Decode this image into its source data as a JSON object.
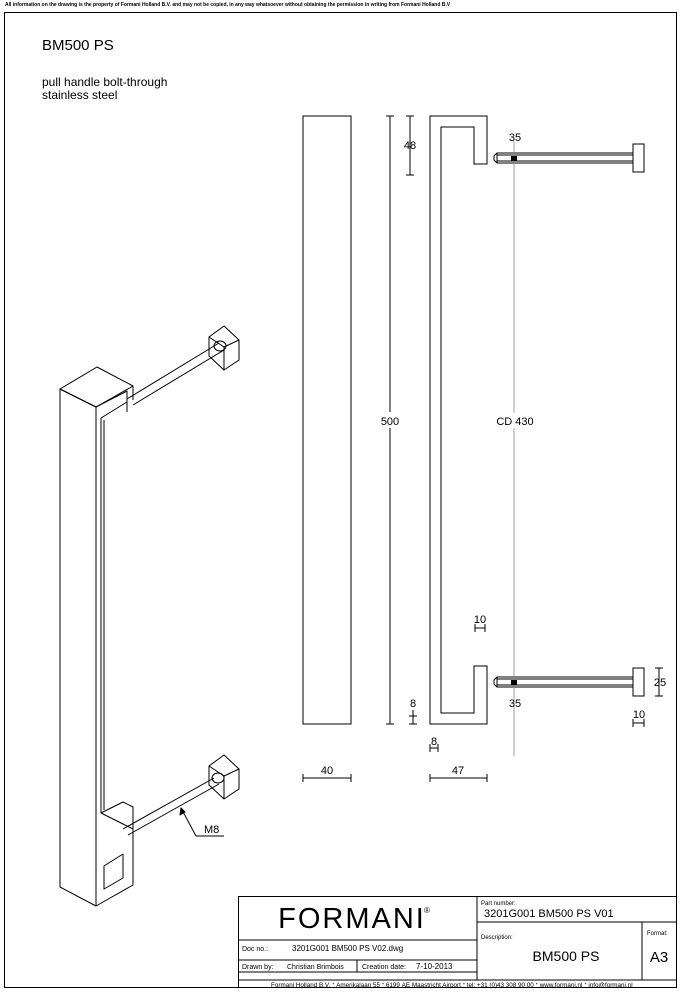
{
  "disclaimer": "All information on the drawing is the property of Formani Holland B.V. and may not be copied, in any way whatsoever without obtaining the permission in writing from Formani Holland B.V",
  "product": {
    "code": "BM500 PS",
    "desc_line1": "pull handle bolt-through",
    "desc_line2": "stainless steel"
  },
  "dimensions": {
    "top_depth": "48",
    "overall_length": "500",
    "bottom_offset": "8",
    "bar_width": "40",
    "side_depth": "47",
    "wall_thickness": "8",
    "post_gap_top": "35",
    "post_gap_bottom": "35",
    "centre_distance": "CD 430",
    "tube_width": "10",
    "rose_size": "25",
    "rose_thickness": "10",
    "thread": "M8"
  },
  "title_block": {
    "brand": "FORMANI",
    "brand_mark": "®",
    "doc_no_label": "Doc no.:",
    "doc_no": "3201G001 BM500 PS V02.dwg",
    "drawn_by_label": "Drawn by:",
    "drawn_by": "Christian Brimbois",
    "creation_label": "Creation date:",
    "creation_date": "7-10-2013",
    "footer": "Formani Holland B.V. ᐩ  Amerikalaan 55  ᐩ 6199 AE Maastricht Airport ᐩ tel: +31 (0)43 308 90 00 ᐩ www.formani.nl ᐩ info@formani.nl",
    "part_number_label": "Part number:",
    "part_number": "3201G001 BM500 PS V01",
    "description_label": "Description:",
    "description": "BM500 PS",
    "format_label": "Format:",
    "format": "A3"
  }
}
